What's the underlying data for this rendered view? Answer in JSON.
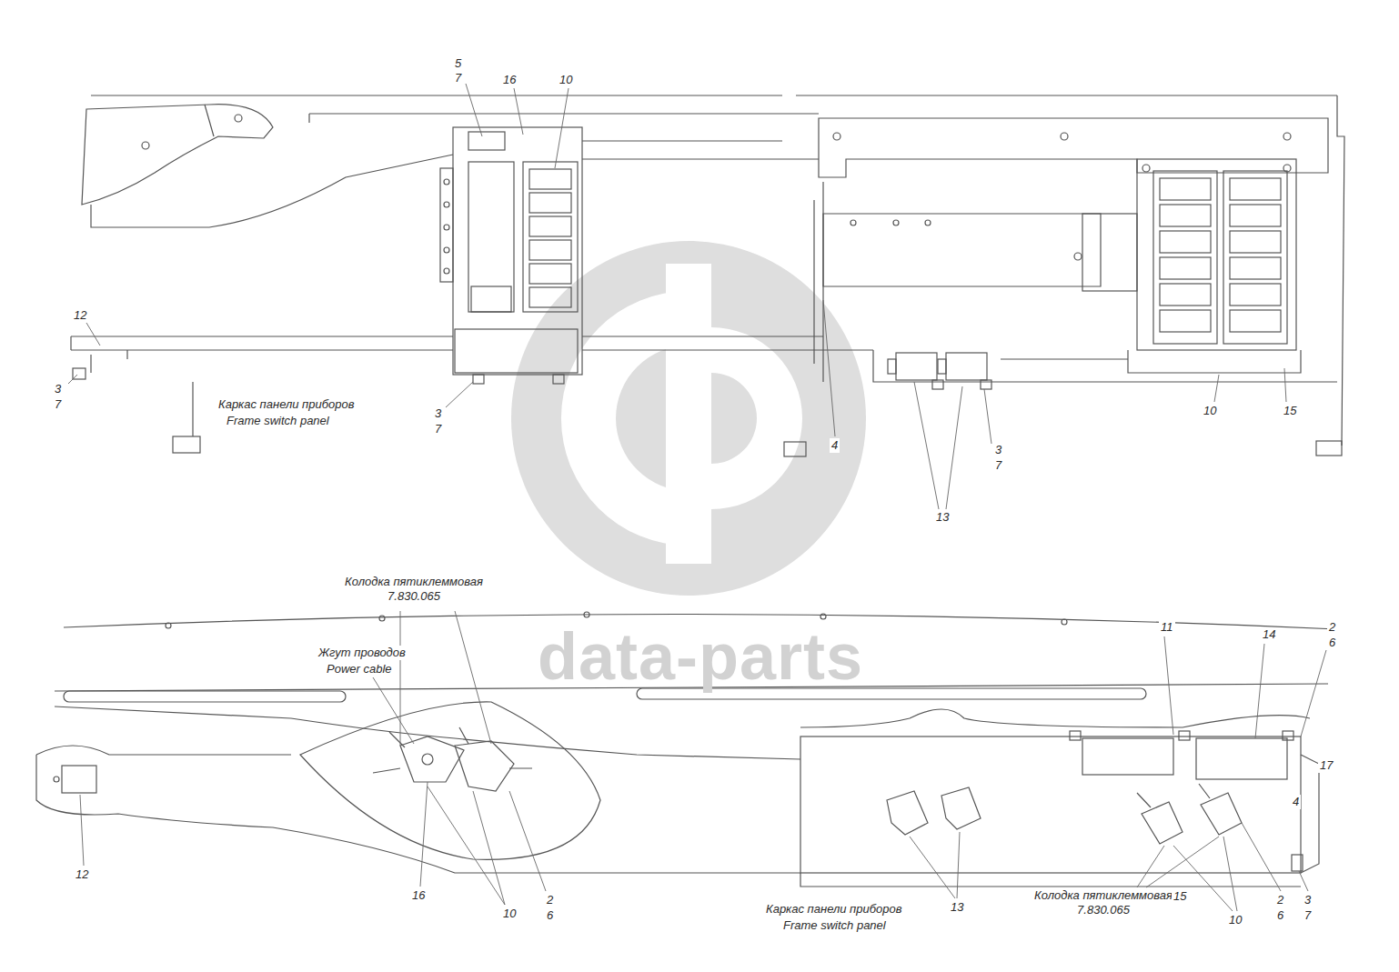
{
  "diagram": {
    "labels": [
      "5",
      "7",
      "16",
      "10",
      "12",
      "3",
      "7",
      "Каркас панели приборов",
      "Frame switch panel",
      "3",
      "7",
      "4",
      "3",
      "7",
      "13",
      "10",
      "15",
      "Колодка пятиклеммовая 7.830.065",
      "Жгут проводов",
      "Power cable",
      "11",
      "14",
      "2",
      "6",
      "17",
      "4",
      "12",
      "16",
      "10",
      "2",
      "6",
      "Каркас панели приборов",
      "Frame switch panel",
      "13",
      "Колодка пятиклеммовая 7.830.065",
      "15",
      "10",
      "2",
      "6",
      "3",
      "7",
      "data-parts"
    ]
  }
}
